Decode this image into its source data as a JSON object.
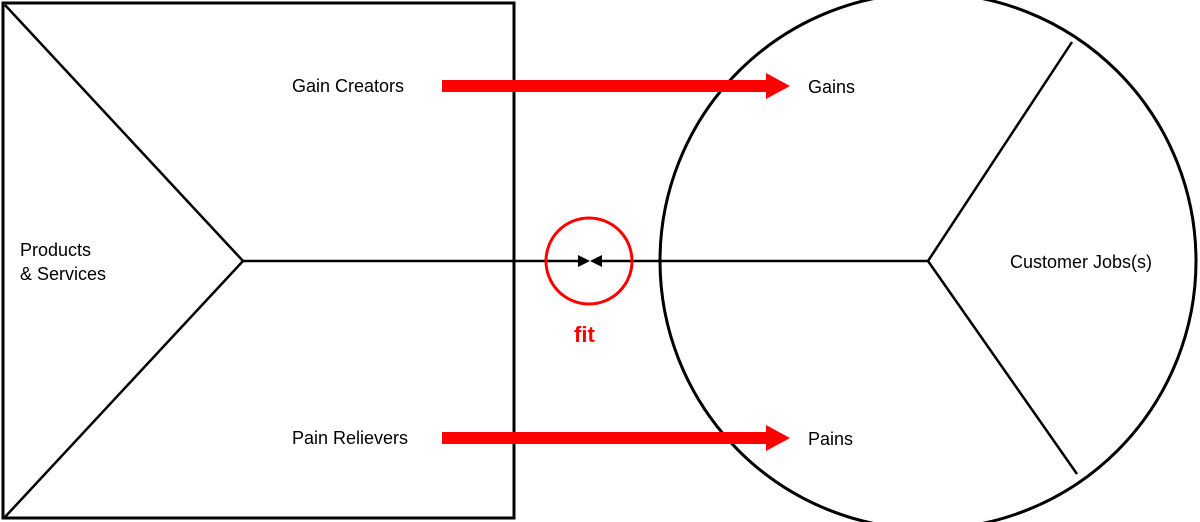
{
  "labels": {
    "products_services_line1": "Products",
    "products_services_line2": "& Services",
    "gain_creators": "Gain Creators",
    "pain_relievers": "Pain Relievers",
    "gains": "Gains",
    "pains": "Pains",
    "customer_jobs": "Customer Jobs(s)",
    "fit": "fit"
  },
  "colors": {
    "accent": "#ff0000",
    "line": "#000000",
    "background": "#ffffff"
  }
}
